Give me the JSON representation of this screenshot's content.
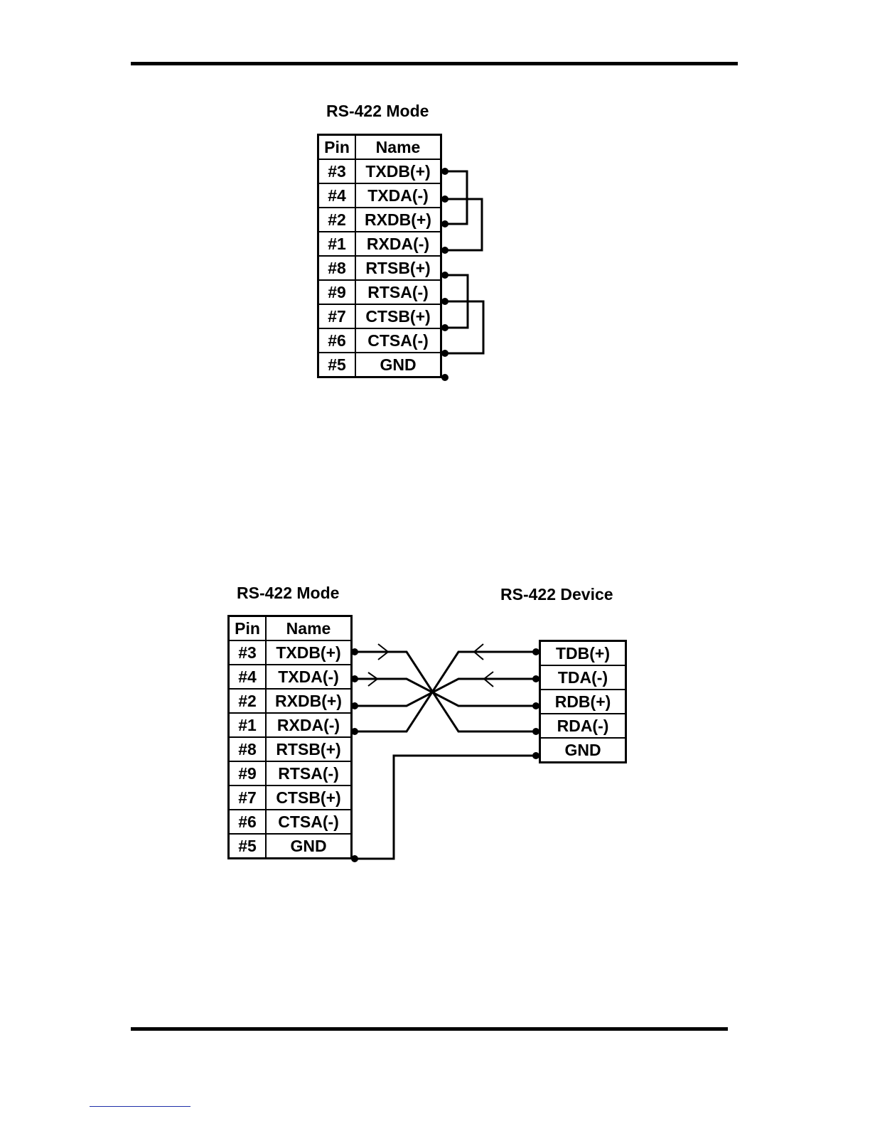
{
  "diagram1": {
    "title": "RS-422 Mode",
    "header": {
      "pin": "Pin",
      "name": "Name"
    },
    "rows": [
      {
        "pin": "#3",
        "name": "TXDB(+)"
      },
      {
        "pin": "#4",
        "name": "TXDA(-)"
      },
      {
        "pin": "#2",
        "name": "RXDB(+)"
      },
      {
        "pin": "#1",
        "name": "RXDA(-)"
      },
      {
        "pin": "#8",
        "name": "RTSB(+)"
      },
      {
        "pin": "#9",
        "name": "RTSA(-)"
      },
      {
        "pin": "#7",
        "name": "CTSB(+)"
      },
      {
        "pin": "#6",
        "name": "CTSA(-)"
      },
      {
        "pin": "#5",
        "name": "GND"
      }
    ]
  },
  "diagram2": {
    "title": "RS-422 Mode",
    "device_title": "RS-422 Device",
    "header": {
      "pin": "Pin",
      "name": "Name"
    },
    "rows": [
      {
        "pin": "#3",
        "name": "TXDB(+)"
      },
      {
        "pin": "#4",
        "name": "TXDA(-)"
      },
      {
        "pin": "#2",
        "name": "RXDB(+)"
      },
      {
        "pin": "#1",
        "name": "RXDA(-)"
      },
      {
        "pin": "#8",
        "name": "RTSB(+)"
      },
      {
        "pin": "#9",
        "name": "RTSA(-)"
      },
      {
        "pin": "#7",
        "name": "CTSB(+)"
      },
      {
        "pin": "#6",
        "name": "CTSA(-)"
      },
      {
        "pin": "#5",
        "name": "GND"
      }
    ],
    "device_rows": [
      "TDB(+)",
      "TDA(-)",
      "RDB(+)",
      "RDA(-)",
      "GND"
    ]
  }
}
